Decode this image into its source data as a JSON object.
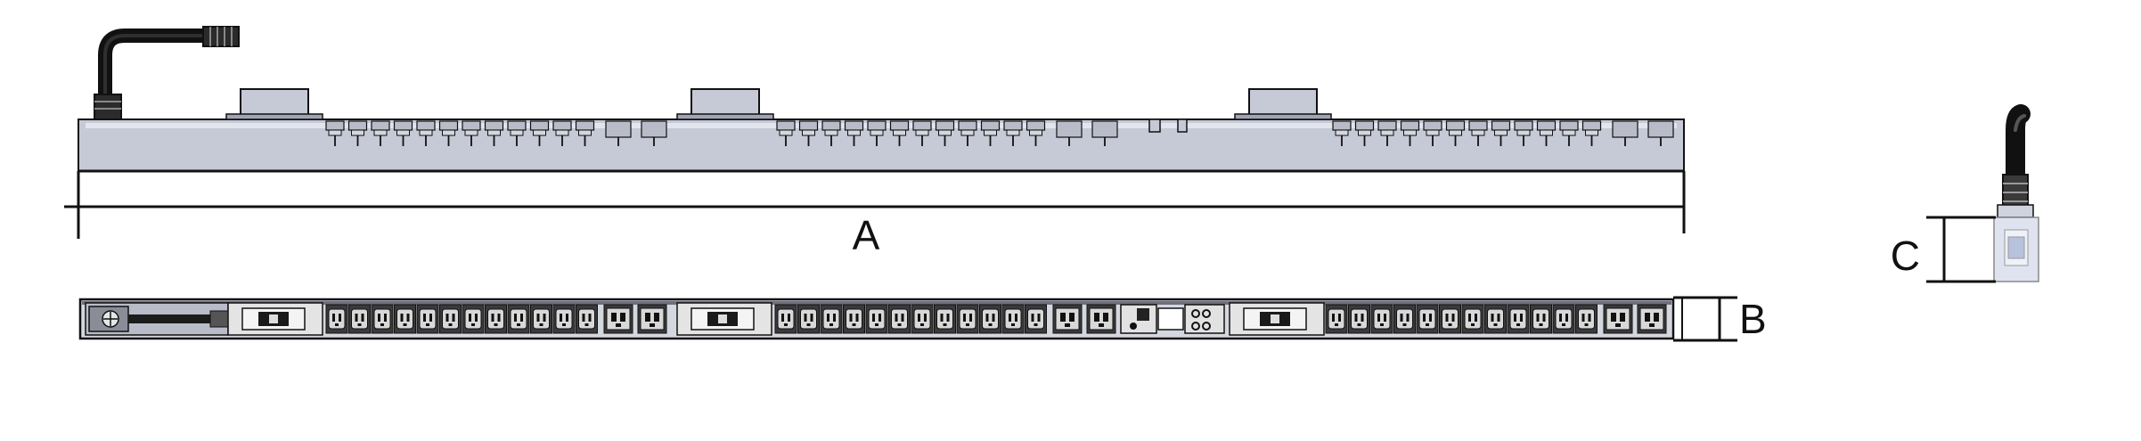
{
  "diagram": {
    "dimension_labels": {
      "length": "A",
      "depth": "B",
      "width": "C"
    },
    "views": [
      {
        "name": "side-view",
        "breaker_modules": 3,
        "outlet_groups": 3
      },
      {
        "name": "front-view",
        "breaker_modules": 3,
        "outlet_groups": 3
      },
      {
        "name": "end-view"
      }
    ],
    "outlet_group": {
      "small_outlets": 12,
      "large_outlets": 2
    },
    "colors": {
      "line": "#111111",
      "body_fill": "#c6c9d6",
      "body_top": "#e3e5ee",
      "outlet_dark": "#3a3a3a",
      "outlet_light": "#d8d8d8",
      "cable": "#1a1a1a"
    }
  }
}
